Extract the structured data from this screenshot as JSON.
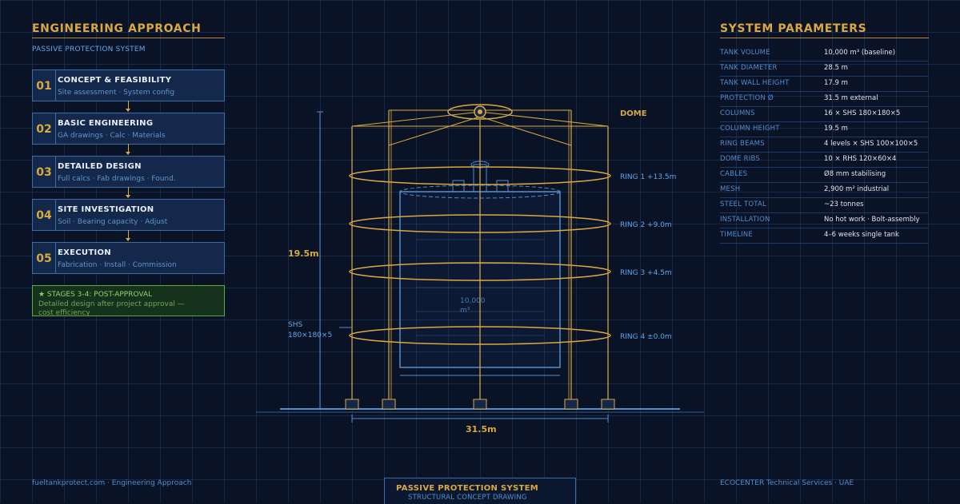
{
  "left_panel": {
    "title": "ENGINEERING APPROACH",
    "subtitle": "PASSIVE PROTECTION SYSTEM",
    "stages": [
      {
        "num": "01",
        "title": "CONCEPT & FEASIBILITY",
        "sub": "Site assessment · System config"
      },
      {
        "num": "02",
        "title": "BASIC ENGINEERING",
        "sub": "GA drawings · Calc · Materials"
      },
      {
        "num": "03",
        "title": "DETAILED DESIGN",
        "sub": "Full calcs · Fab drawings · Found."
      },
      {
        "num": "04",
        "title": "SITE INVESTIGATION",
        "sub": "Soil · Bearing capacity · Adjust"
      },
      {
        "num": "05",
        "title": "EXECUTION",
        "sub": "Fabrication · Install · Commission"
      }
    ],
    "note": {
      "title": "★ STAGES 3-4: POST-APPROVAL",
      "text": "Detailed design after project approval — cost efficiency"
    }
  },
  "right_panel": {
    "title": "SYSTEM PARAMETERS",
    "params": [
      {
        "key": "TANK VOLUME",
        "value": "10,000 m³ (baseline)"
      },
      {
        "key": "TANK DIAMETER",
        "value": "28.5 m"
      },
      {
        "key": "TANK WALL HEIGHT",
        "value": "17.9 m"
      },
      {
        "key": "PROTECTION Ø",
        "value": "31.5 m external"
      },
      {
        "key": "COLUMNS",
        "value": "16 × SHS 180×180×5"
      },
      {
        "key": "COLUMN HEIGHT",
        "value": "19.5 m"
      },
      {
        "key": "RING BEAMS",
        "value": "4 levels × SHS 100×100×5"
      },
      {
        "key": "DOME RIBS",
        "value": "10 × RHS 120×60×4"
      },
      {
        "key": "CABLES",
        "value": "Ø8 mm stabilising"
      },
      {
        "key": "MESH",
        "value": "2,900 m² industrial"
      },
      {
        "key": "STEEL TOTAL",
        "value": "~23 tonnes"
      },
      {
        "key": "INSTALLATION",
        "value": "No hot work · Bolt-assembly"
      },
      {
        "key": "TIMELINE",
        "value": "4–6 weeks single tank"
      }
    ]
  },
  "drawing": {
    "dome_label": "DOME",
    "rings": [
      "RING 1 +13.5m",
      "RING 2 +9.0m",
      "RING 3 +4.5m",
      "RING 4 ±0.0m"
    ],
    "height_label": "19.5m",
    "width_label": "31.5m",
    "column_label_1": "SHS",
    "column_label_2": "180×180×5",
    "tank_label_1": "10,000",
    "tank_label_2": "m³"
  },
  "footer": {
    "left": "fueltankprotect.com  ·  Engineering Approach",
    "right": "ECOCENTER Technical Services  ·  UAE",
    "block_title": "PASSIVE PROTECTION SYSTEM",
    "block_sub": "STRUCTURAL CONCEPT DRAWING"
  },
  "colors": {
    "background": "#0a1226",
    "accent_gold": "#d9a93f",
    "line_blue": "#4f8fd0",
    "note_green": "#8fd26b"
  }
}
